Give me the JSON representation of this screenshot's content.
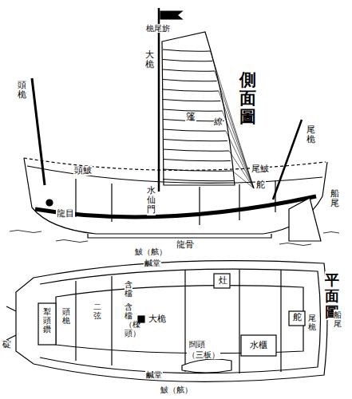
{
  "diagram": {
    "labels": [
      "側面圖",
      "桅尾旂",
      "大桅",
      "頭桅",
      "篷",
      "繚",
      "尾桅",
      "頭鮍",
      "尾鮍",
      "舵",
      "船尾",
      "龍目",
      "水仙門",
      "龍骨",
      "平面圖",
      "鮍（舷）",
      "鹹堂",
      "含檔",
      "含檔（樑頭）",
      "大桅",
      "二弦",
      "頭桅",
      "犁頭鑽",
      "碇",
      "灶",
      "舵",
      "尾桅",
      "船尾",
      "水櫃",
      "闊頭",
      "（三板）",
      "鹹堂",
      "鮍（舷）"
    ]
  }
}
